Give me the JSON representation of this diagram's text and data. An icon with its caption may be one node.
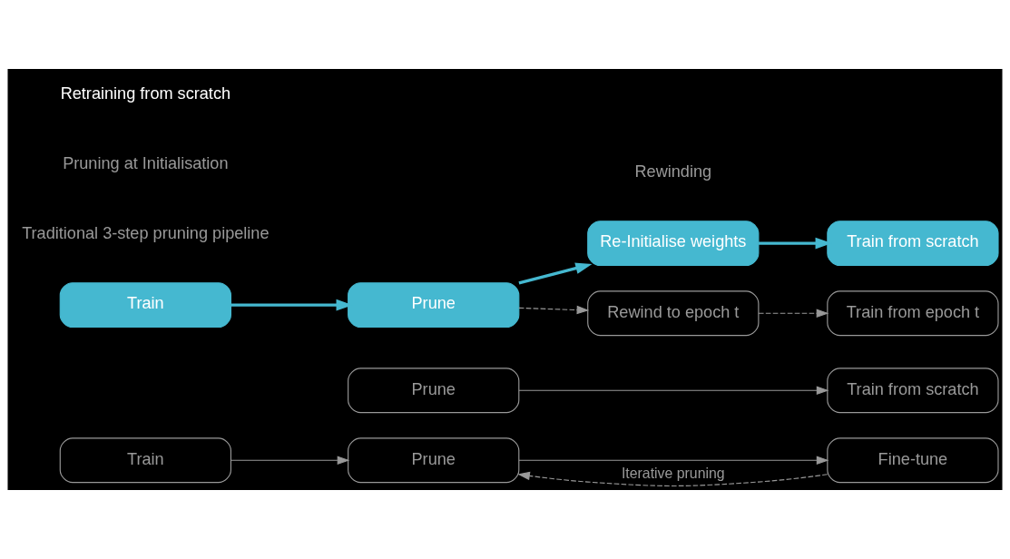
{
  "diagram": {
    "nodes": [
      {
        "text": [
          "Train"
        ]
      },
      {
        "text": [
          "Prune"
        ]
      },
      {
        "text": [
          "Fine-tune"
        ]
      },
      {
        "text": [
          "Prune"
        ]
      },
      {
        "text": [
          "Train from scratch"
        ]
      },
      {
        "text": [
          "Train"
        ]
      },
      {
        "text": [
          "Prune"
        ]
      },
      {
        "text": [
          "Re-Initialise weights"
        ]
      },
      {
        "text": [
          "Train from scratch"
        ]
      },
      {
        "text": [
          "Rewind to epoch t"
        ]
      },
      {
        "text": [
          "Train from epoch t"
        ]
      }
    ],
    "edges": [
      {
        "from": 0,
        "to": 1,
        "arrow": "to"
      },
      {
        "from": 1,
        "to": 2,
        "arrow": "to"
      },
      {
        "from": 2,
        "to": 1,
        "arrow": "to",
        "style": "dashed",
        "label": "Iterative pruning"
      },
      {
        "from": 3,
        "to": 4,
        "arrow": "to"
      },
      {
        "from": 5,
        "to": 6,
        "arrow": "to",
        "style": "thick",
        "color": "#45b8d0"
      },
      {
        "from": 6,
        "to": 7,
        "arrow": "to",
        "style": "thick",
        "color": "#45b8d0"
      },
      {
        "from": 7,
        "to": 8,
        "arrow": "to",
        "style": "thick",
        "color": "#45b8d0"
      },
      {
        "from": 6,
        "to": 9,
        "arrow": "to",
        "style": "dashed"
      },
      {
        "from": 9,
        "to": 10,
        "arrow": "to",
        "style": "dashed"
      }
    ],
    "labels": [
      "Traditional 3-step pruning pipeline",
      "Pruning at Initialisation",
      "Retraining from scratch",
      "Rewinding"
    ]
  }
}
